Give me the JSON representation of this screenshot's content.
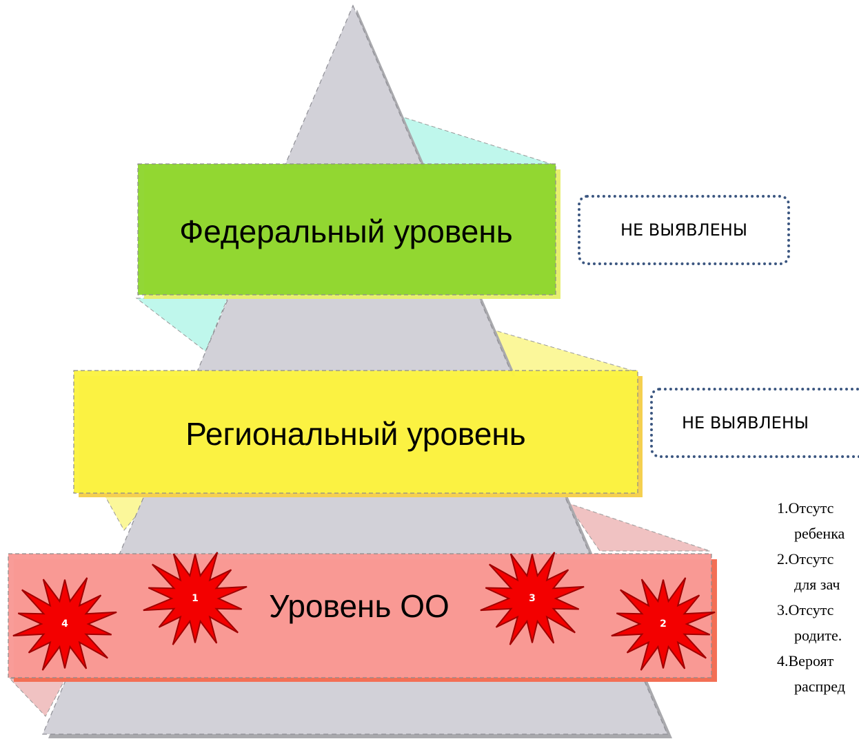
{
  "levels": {
    "federal": {
      "label": "Федеральный уровень",
      "color": "#8ed630",
      "note": "НЕ ВЫЯВЛЕНЫ"
    },
    "regional": {
      "label": "Региональный уровень",
      "color": "#fbf342",
      "note": "НЕ ВЫЯВЛЕНЫ"
    },
    "oo": {
      "label": "Уровень ОО",
      "color": "#f99a96"
    }
  },
  "bursts": [
    {
      "number": "1",
      "icon": "starburst-icon"
    },
    {
      "number": "3",
      "icon": "starburst-icon"
    },
    {
      "number": "4",
      "icon": "starburst-icon"
    },
    {
      "number": "2",
      "icon": "starburst-icon"
    }
  ],
  "problems": [
    {
      "line1": "1.Отсутс",
      "line2": "ребенка"
    },
    {
      "line1": "2.Отсутс",
      "line2": "для зач"
    },
    {
      "line1": "3.Отсутс",
      "line2": "родите."
    },
    {
      "line1": "4.Вероят",
      "line2": "распред"
    }
  ],
  "colors": {
    "pyramid": "#d2d1d8",
    "cyan_side": "#bff7ec",
    "pink_side": "#f0c2c2",
    "burst_fill": "#f30000",
    "burst_stroke": "#a00000",
    "note_border": "#3b5680"
  }
}
